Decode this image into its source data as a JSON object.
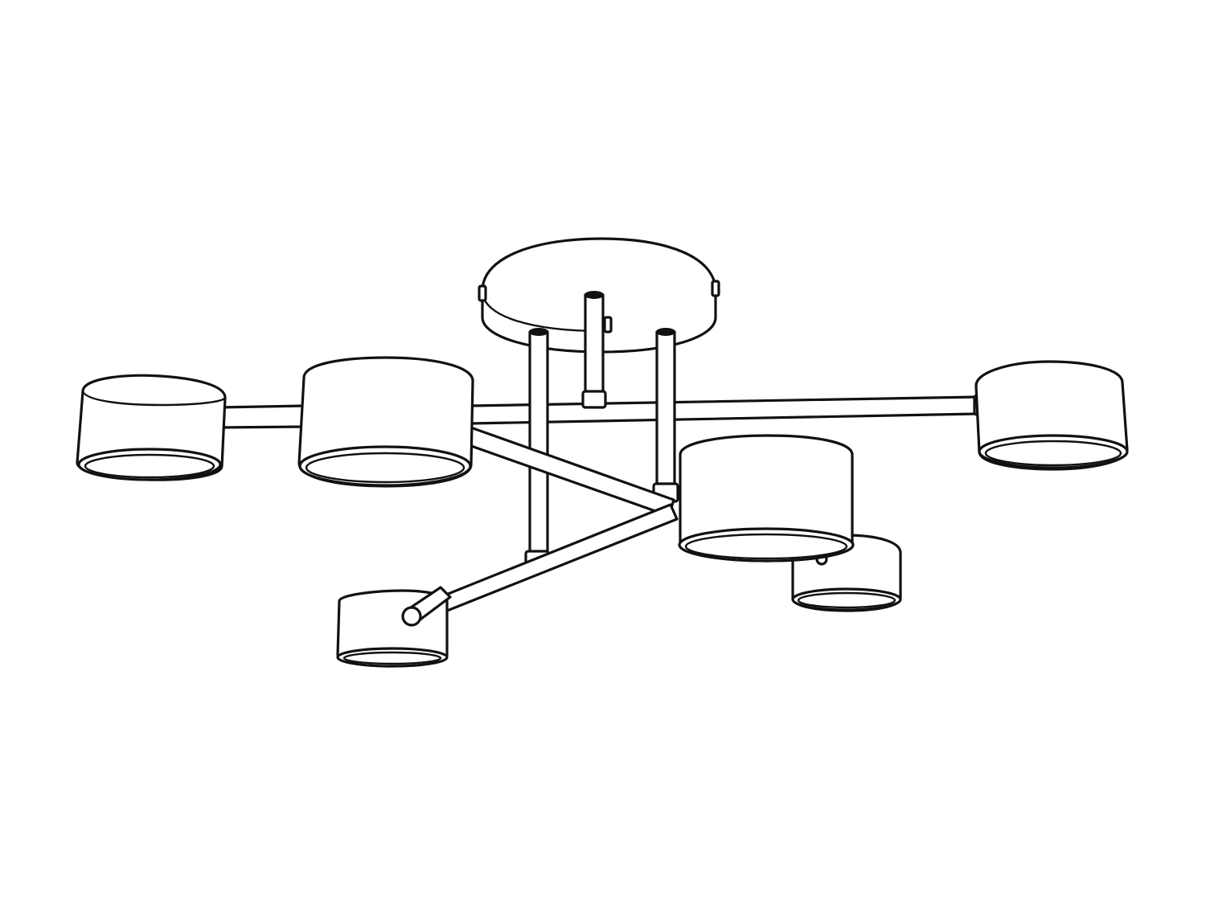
{
  "drawing": {
    "subject": "six-light-ceiling-fixture",
    "colors": {
      "background": "#ffffff",
      "line": "#111111"
    },
    "shades": {
      "count": 6
    },
    "support_rods": {
      "count": 3
    }
  }
}
